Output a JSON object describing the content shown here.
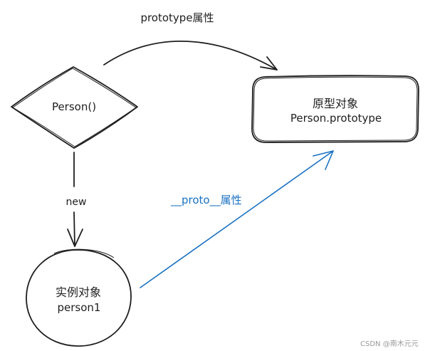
{
  "nodes": {
    "constructor": {
      "label": "Person()"
    },
    "prototype": {
      "line1": "原型对象",
      "line2": "Person.prototype"
    },
    "instance": {
      "line1": "实例对象",
      "line2": "person1"
    }
  },
  "edges": {
    "prototype_prop": {
      "label": "prototype属性"
    },
    "new": {
      "label": "new"
    },
    "proto_prop": {
      "label": "__proto__属性",
      "color": "#1971c2"
    }
  },
  "colors": {
    "stroke": "#1e1e1e",
    "accent": "#1971c2",
    "background": "#ffffff"
  },
  "watermark": {
    "text": "CSDN @南木元元"
  }
}
